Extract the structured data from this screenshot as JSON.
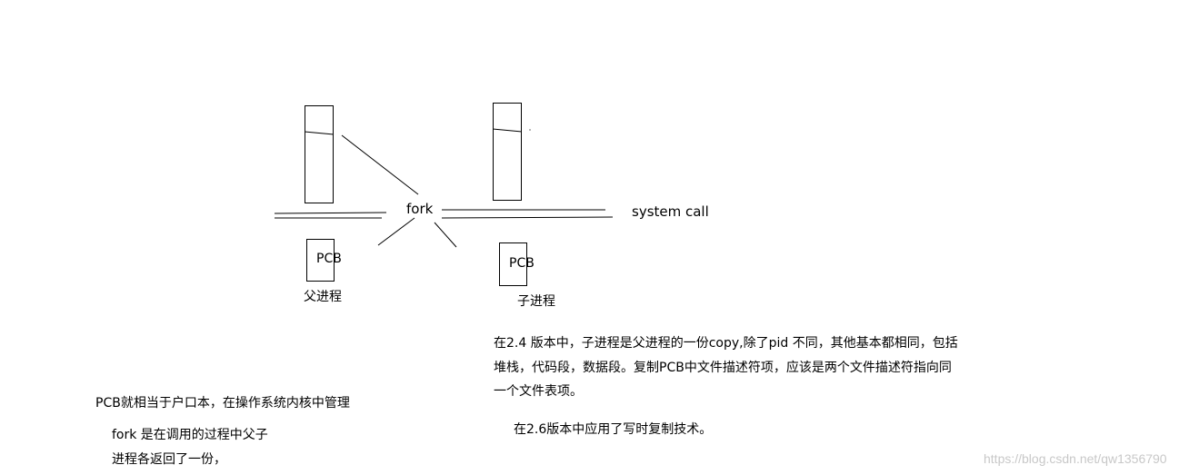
{
  "diagram": {
    "fork_label": "fork",
    "system_call_label": "system call",
    "parent_pcb_label": "PCB",
    "child_pcb_label": "PCB",
    "parent_process_label": "父进程",
    "child_process_label": "子进程"
  },
  "notes": {
    "version_24_lines": [
      "在2.4 版本中，子进程是父进程的一份copy,除了pid 不同，其他基本都相同，包括",
      "堆栈，代码段，数据段。复制PCB中文件描述符项，应该是两个文件描述符指向同",
      "一个文件表项。"
    ],
    "version_26": "在2.6版本中应用了写时复制技术。",
    "pcb_note": "PCB就相当于户口本，在操作系统内核中管理",
    "fork_note_lines": [
      "fork 是在调用的过程中父子",
      "进程各返回了一份，"
    ]
  },
  "watermark": "https://blog.csdn.net/qw1356790",
  "colors": {
    "ink": "#000000",
    "background": "#ffffff",
    "watermark": "#c8c8c8"
  }
}
